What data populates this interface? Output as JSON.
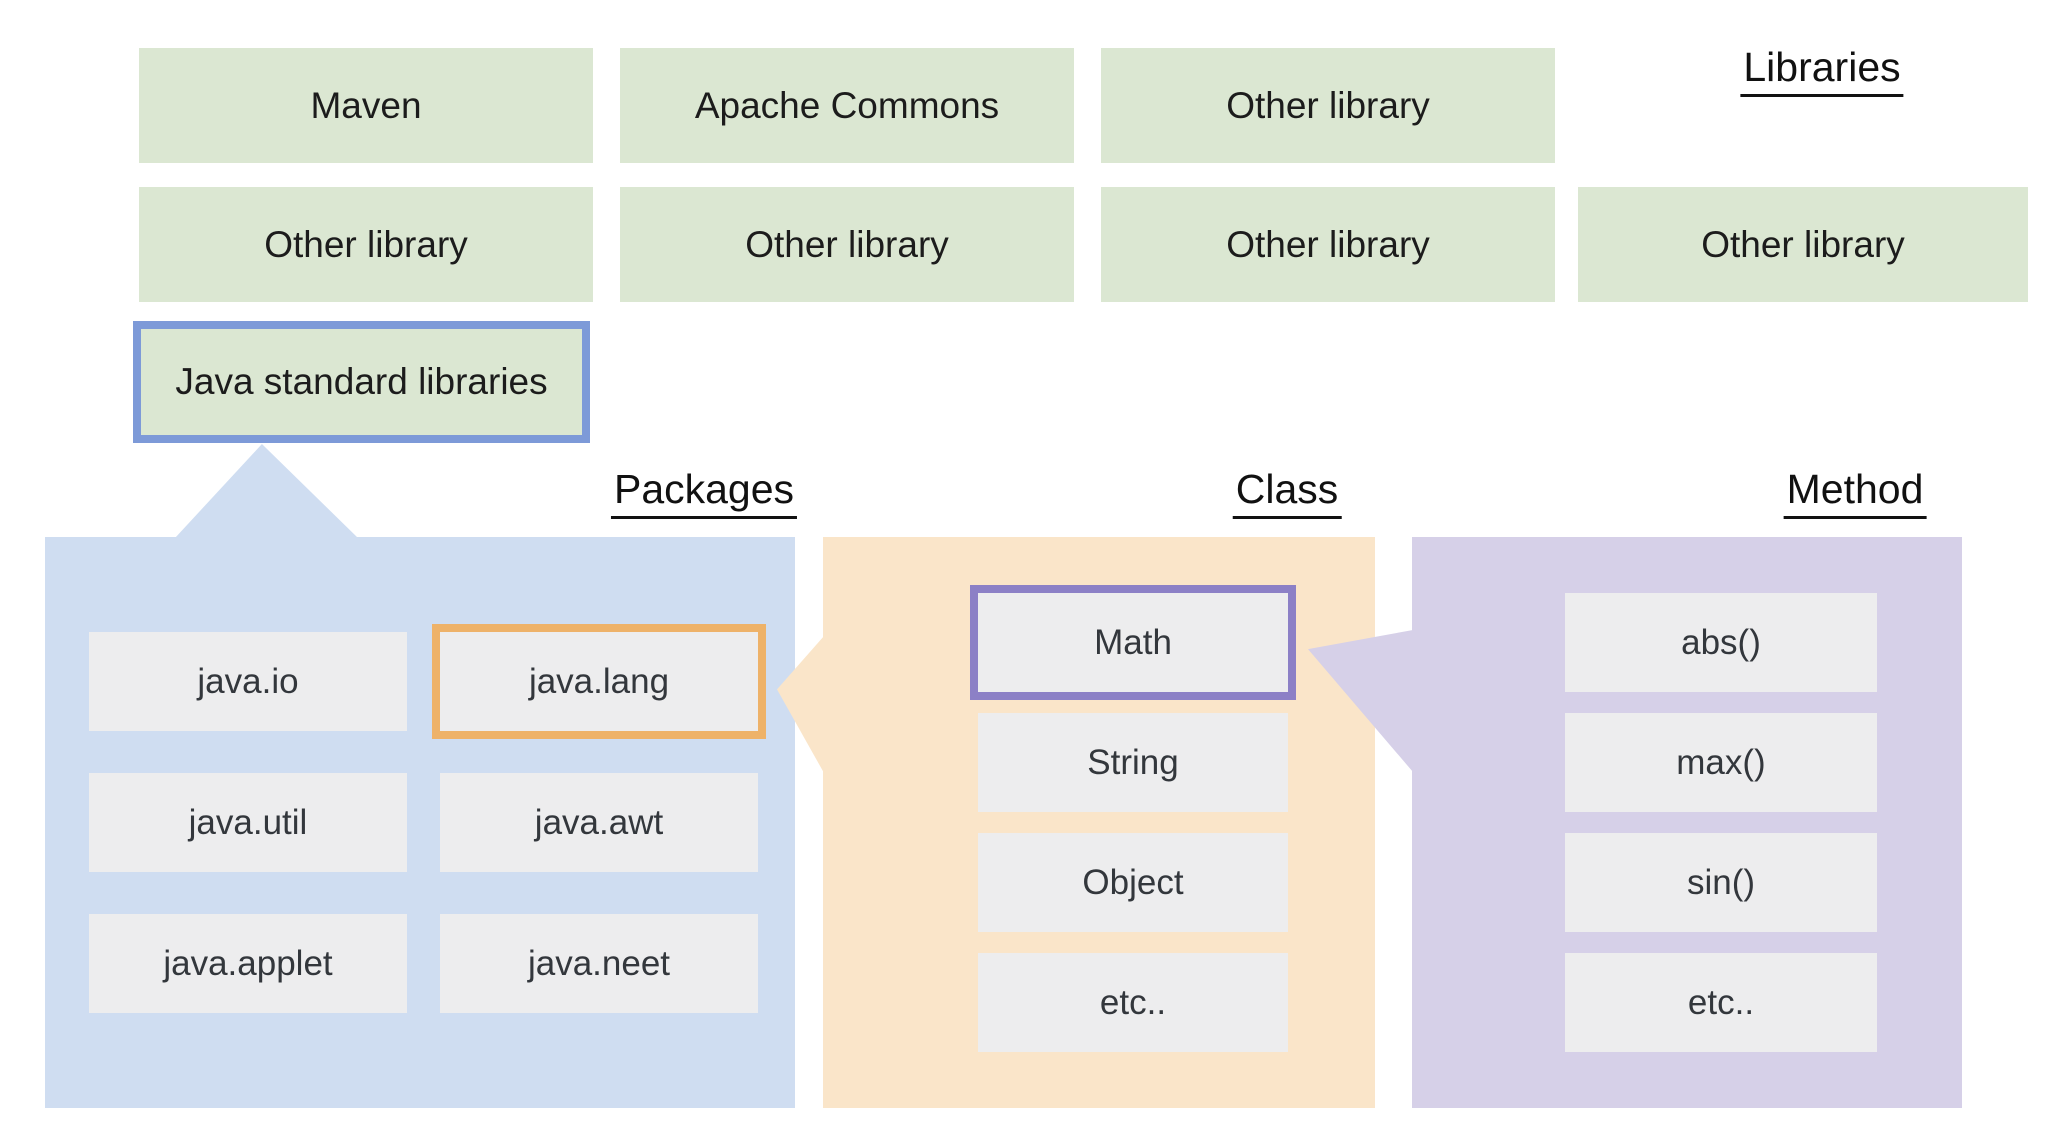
{
  "palette": {
    "green_box": "#dbe7d2",
    "blue_accent_border": "#7d9ad8",
    "orange_accent_border": "#eeb269",
    "purple_accent_border": "#8c80c6",
    "packages_panel": "#cfddf1",
    "class_panel": "#fae5c9",
    "method_panel": "#d6d0e8",
    "item_box": "#ededee"
  },
  "libraries": {
    "title": "Libraries",
    "row1": [
      "Maven",
      "Apache Commons",
      "Other library"
    ],
    "row2": [
      "Other library",
      "Other library",
      "Other library",
      "Other library"
    ],
    "highlighted": "Java standard libraries"
  },
  "packages": {
    "title": "Packages",
    "items": [
      "java.io",
      "java.lang",
      "java.util",
      "java.awt",
      "java.applet",
      "java.neet"
    ],
    "highlighted_item": "java.lang"
  },
  "classes": {
    "title": "Class",
    "items": [
      "Math",
      "String",
      "Object",
      "etc.."
    ],
    "highlighted_item": "Math"
  },
  "methods": {
    "title": "Method",
    "items": [
      "abs()",
      "max()",
      "sin()",
      "etc.."
    ]
  }
}
